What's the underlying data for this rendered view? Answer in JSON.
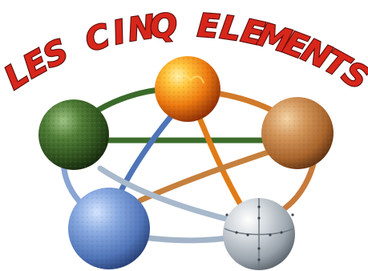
{
  "title": "LES CINQ ELEMENTS",
  "colors": {
    "title_fill": "#d8261b",
    "title_outline": "#5a0c08",
    "fire": "#f08a12",
    "wood": "#3f6a2a",
    "earth": "#c27a3c",
    "water": "#5f86c8",
    "metal": "#b9c1c9"
  },
  "diagram": {
    "nodes": [
      {
        "id": "fire",
        "texture": "fire-sphere"
      },
      {
        "id": "wood",
        "texture": "wood-sphere"
      },
      {
        "id": "earth",
        "texture": "earth-sphere"
      },
      {
        "id": "water",
        "texture": "water-sphere"
      },
      {
        "id": "metal",
        "texture": "metal-sphere"
      }
    ]
  }
}
